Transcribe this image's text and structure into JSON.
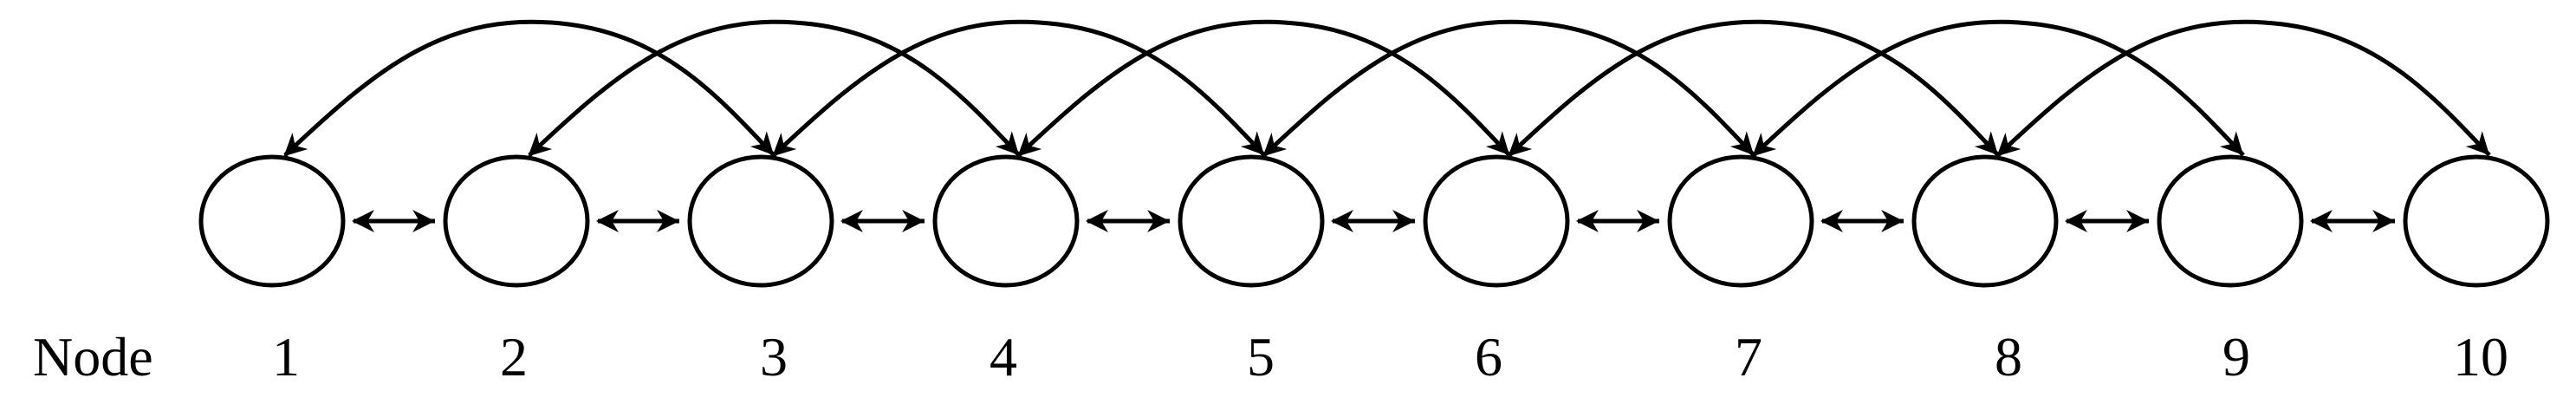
{
  "row_label": "Node",
  "nodes": [
    {
      "id": 1,
      "label": "1"
    },
    {
      "id": 2,
      "label": "2"
    },
    {
      "id": 3,
      "label": "3"
    },
    {
      "id": 4,
      "label": "4"
    },
    {
      "id": 5,
      "label": "5"
    },
    {
      "id": 6,
      "label": "6"
    },
    {
      "id": 7,
      "label": "7"
    },
    {
      "id": 8,
      "label": "8"
    },
    {
      "id": 9,
      "label": "9"
    },
    {
      "id": 10,
      "label": "10"
    }
  ],
  "adjacent_links": [
    {
      "from": 1,
      "to": 2,
      "direction": "both"
    },
    {
      "from": 2,
      "to": 3,
      "direction": "both"
    },
    {
      "from": 3,
      "to": 4,
      "direction": "both"
    },
    {
      "from": 4,
      "to": 5,
      "direction": "both"
    },
    {
      "from": 5,
      "to": 6,
      "direction": "both"
    },
    {
      "from": 6,
      "to": 7,
      "direction": "both"
    },
    {
      "from": 7,
      "to": 8,
      "direction": "both"
    },
    {
      "from": 8,
      "to": 9,
      "direction": "both"
    },
    {
      "from": 9,
      "to": 10,
      "direction": "both"
    }
  ],
  "skip_links": [
    {
      "from": 1,
      "to": 3,
      "direction": "both"
    },
    {
      "from": 2,
      "to": 4,
      "direction": "both"
    },
    {
      "from": 3,
      "to": 5,
      "direction": "both"
    },
    {
      "from": 4,
      "to": 6,
      "direction": "both"
    },
    {
      "from": 5,
      "to": 7,
      "direction": "both"
    },
    {
      "from": 6,
      "to": 8,
      "direction": "both"
    },
    {
      "from": 7,
      "to": 9,
      "direction": "both"
    },
    {
      "from": 8,
      "to": 10,
      "direction": "both"
    }
  ],
  "colors": {
    "stroke": "#000000",
    "fill": "#ffffff"
  }
}
